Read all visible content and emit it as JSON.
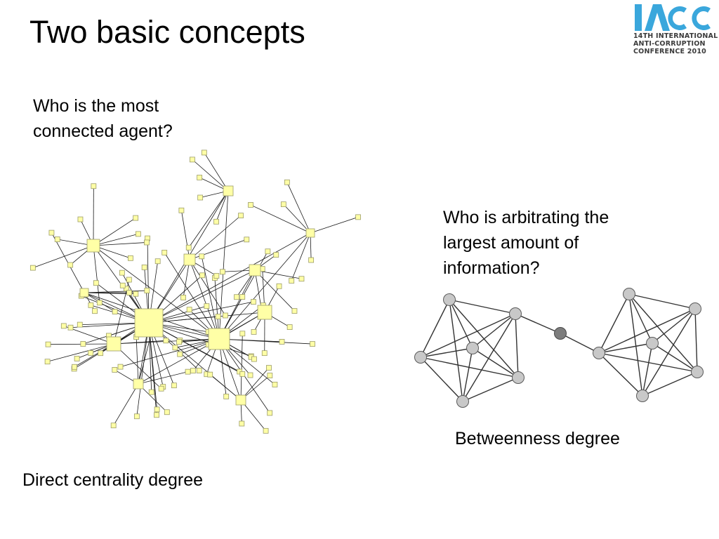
{
  "slide": {
    "title": "Two basic concepts",
    "question_left": [
      "Who is the most",
      "connected agent?"
    ],
    "question_right": [
      "Who is arbitrating the",
      "largest amount of",
      "information?"
    ],
    "caption_left": "Direct centrality degree",
    "caption_right": "Betweenness degree"
  },
  "logo": {
    "wordmark": "IACC",
    "lines": [
      "14TH INTERNATIONAL",
      "ANTI-CORRUPTION",
      "CONFERENCE 2010"
    ],
    "color_primary": "#3aa7dc",
    "color_dark": "#3b3b3b"
  },
  "colors": {
    "node_fill": "#ffffa6",
    "node_stroke": "#9c9c6a",
    "edge": "#1a1a1a",
    "btw_node": "#c8c8c8",
    "btw_bridge": "#7d7d7d"
  }
}
